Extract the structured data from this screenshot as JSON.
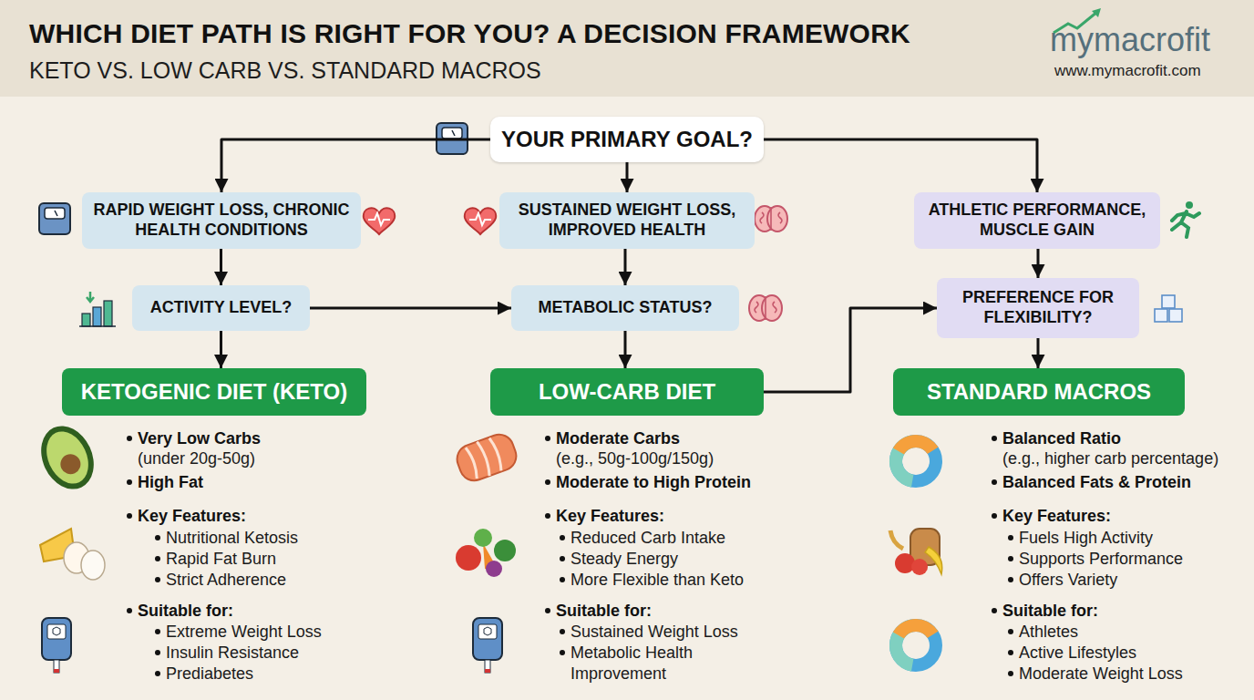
{
  "diagram": {
    "title": "WHICH DIET PATH IS RIGHT FOR YOU? A DECISION FRAMEWORK",
    "nodes": [
      {
        "text": [
          "YOUR PRIMARY GOAL?"
        ]
      },
      {
        "text": [
          "RAPID WEIGHT LOSS, CHRONIC HEALTH CONDITIONS"
        ]
      },
      {
        "text": [
          "SUSTAINED WEIGHT LOSS, IMPROVED HEALTH"
        ]
      },
      {
        "text": [
          "ATHLETIC PERFORMANCE, MUSCLE GAIN"
        ]
      },
      {
        "text": [
          "ACTIVITY LEVEL?"
        ]
      },
      {
        "text": [
          "METABOLIC STATUS?"
        ]
      },
      {
        "text": [
          "PREFERENCE FOR FLEXIBILITY?"
        ]
      },
      {
        "text": [
          "KETOGENIC DIET (KETO)"
        ]
      },
      {
        "text": [
          "LOW-CARB DIET"
        ]
      },
      {
        "text": [
          "STANDARD MACROS"
        ]
      }
    ],
    "edges": [
      {
        "from": 0,
        "to": 1,
        "arrow": "to"
      },
      {
        "from": 0,
        "to": 2,
        "arrow": "to"
      },
      {
        "from": 0,
        "to": 3,
        "arrow": "to"
      },
      {
        "from": 1,
        "to": 4,
        "arrow": "to"
      },
      {
        "from": 2,
        "to": 5,
        "arrow": "to"
      },
      {
        "from": 3,
        "to": 6,
        "arrow": "to"
      },
      {
        "from": 4,
        "to": 7,
        "arrow": "to"
      },
      {
        "from": 5,
        "to": 8,
        "arrow": "to"
      },
      {
        "from": 6,
        "to": 9,
        "arrow": "to"
      },
      {
        "from": 4,
        "to": 5,
        "arrow": "to"
      },
      {
        "from": 8,
        "to": 6,
        "arrow": "to"
      }
    ],
    "labels": [
      "KETO VS. LOW CARB VS. STANDARD MACROS",
      "mymacrofit",
      "www.mymacrofit.com",
      "Very Low Carbs",
      "(under 20g-50g)",
      "High Fat",
      "Key Features:",
      "Nutritional Ketosis",
      "Rapid Fat Burn",
      "Strict Adherence",
      "Suitable for:",
      "Extreme Weight Loss",
      "Insulin Resistance",
      "Prediabetes",
      "Moderate Carbs",
      "(e.g., 50g-100g/150g)",
      "Moderate to High Protein",
      "Key Features:",
      "Reduced Carb Intake",
      "Steady Energy",
      "More Flexible than Keto",
      "Suitable for:",
      "Sustained Weight Loss",
      "Metabolic Health Improvement",
      "Balanced Ratio",
      "(e.g., higher carb percentage)",
      "Balanced Fats & Protein",
      "Key Features:",
      "Fuels High Activity",
      "Supports Performance",
      "Offers Variety",
      "Suitable for:",
      "Athletes",
      "Active Lifestyles",
      "Moderate Weight Loss"
    ]
  }
}
